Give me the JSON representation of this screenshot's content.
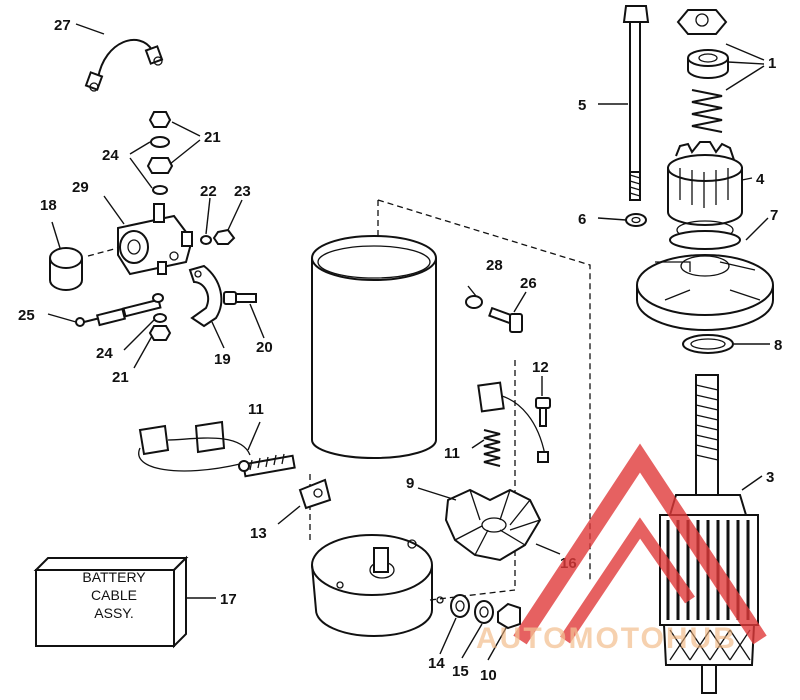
{
  "labels": [
    {
      "id": "1",
      "text": "1"
    },
    {
      "id": "3",
      "text": "3"
    },
    {
      "id": "4",
      "text": "4"
    },
    {
      "id": "5",
      "text": "5"
    },
    {
      "id": "6",
      "text": "6"
    },
    {
      "id": "7",
      "text": "7"
    },
    {
      "id": "8",
      "text": "8"
    },
    {
      "id": "9",
      "text": "9"
    },
    {
      "id": "10",
      "text": "10"
    },
    {
      "id": "11a",
      "text": "11"
    },
    {
      "id": "11b",
      "text": "11"
    },
    {
      "id": "12",
      "text": "12"
    },
    {
      "id": "13",
      "text": "13"
    },
    {
      "id": "14",
      "text": "14"
    },
    {
      "id": "15",
      "text": "15"
    },
    {
      "id": "16",
      "text": "16"
    },
    {
      "id": "17",
      "text": "17"
    },
    {
      "id": "18",
      "text": "18"
    },
    {
      "id": "19",
      "text": "19"
    },
    {
      "id": "20",
      "text": "20"
    },
    {
      "id": "21a",
      "text": "21"
    },
    {
      "id": "21b",
      "text": "21"
    },
    {
      "id": "22",
      "text": "22"
    },
    {
      "id": "23",
      "text": "23"
    },
    {
      "id": "24a",
      "text": "24"
    },
    {
      "id": "24b",
      "text": "24"
    },
    {
      "id": "25",
      "text": "25"
    },
    {
      "id": "26",
      "text": "26"
    },
    {
      "id": "27",
      "text": "27"
    },
    {
      "id": "28",
      "text": "28"
    },
    {
      "id": "29",
      "text": "29"
    }
  ],
  "battery_box": {
    "lines": [
      "BATTERY",
      "CABLE",
      "ASSY."
    ]
  },
  "watermark": {
    "text": "AUTOMOTOHUB",
    "color": "#e03a3a",
    "text_color": "#f0b27a"
  }
}
